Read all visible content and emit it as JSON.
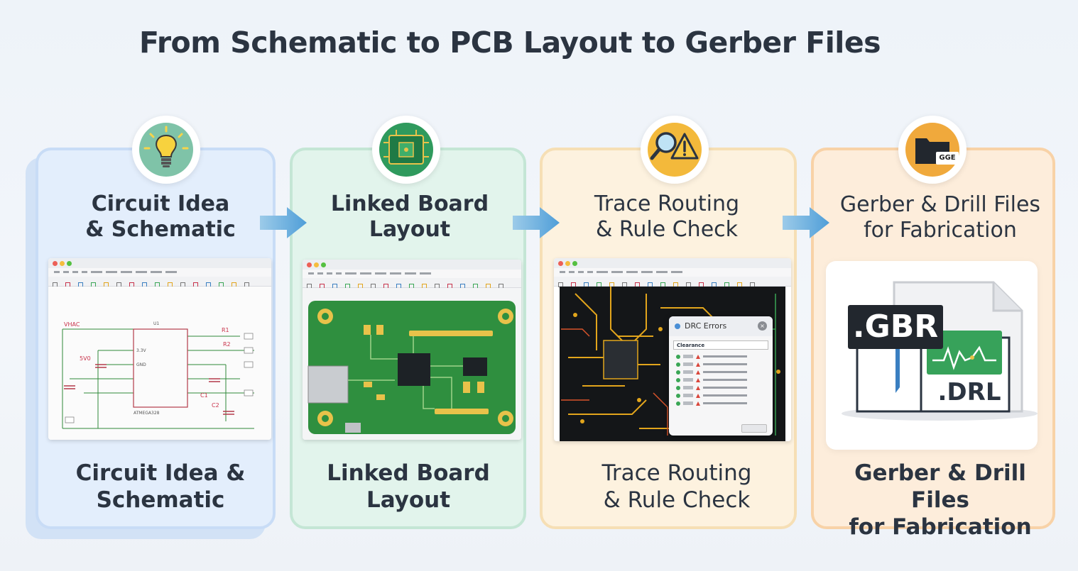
{
  "title": "From Schematic to PCB Layout to Gerber Files",
  "colors": {
    "card1": "#e3eefc",
    "card2": "#e2f4ec",
    "card3": "#fdf2df",
    "card4": "#fdeddb",
    "arrow": "#5ba7dd",
    "pcb_green": "#2f8f3f",
    "gold": "#e8c24a"
  },
  "steps": [
    {
      "icon": "lightbulb-icon",
      "heading": "Circuit Idea\n& Schematic",
      "footer": "Circuit Idea &\nSchematic"
    },
    {
      "icon": "pcb-chip-icon",
      "heading": "Linked Board\nLayout",
      "footer": "Linked Board\nLayout"
    },
    {
      "icon": "magnifier-warning-icon",
      "heading": "Trace Routing\n& Rule Check",
      "footer": "Trace Routing\n& Rule Check"
    },
    {
      "icon": "folder-icon",
      "heading": "Gerber & Drill Files\nfor Fabrication",
      "footer": "Gerber & Drill Files\nfor Fabrication",
      "folder_tag": "GGE",
      "gbr_label": ".GBR",
      "drl_label": ".DRL"
    }
  ],
  "schematic": {
    "net_labels": [
      "VHAC",
      "5V0",
      "3.3V",
      "GND",
      "R1",
      "R2",
      "C1",
      "C2",
      "U1"
    ],
    "chip_label": "ATMEGA328"
  },
  "drc": {
    "title": "DRC Errors",
    "header": "Clearance",
    "rows": 7
  }
}
